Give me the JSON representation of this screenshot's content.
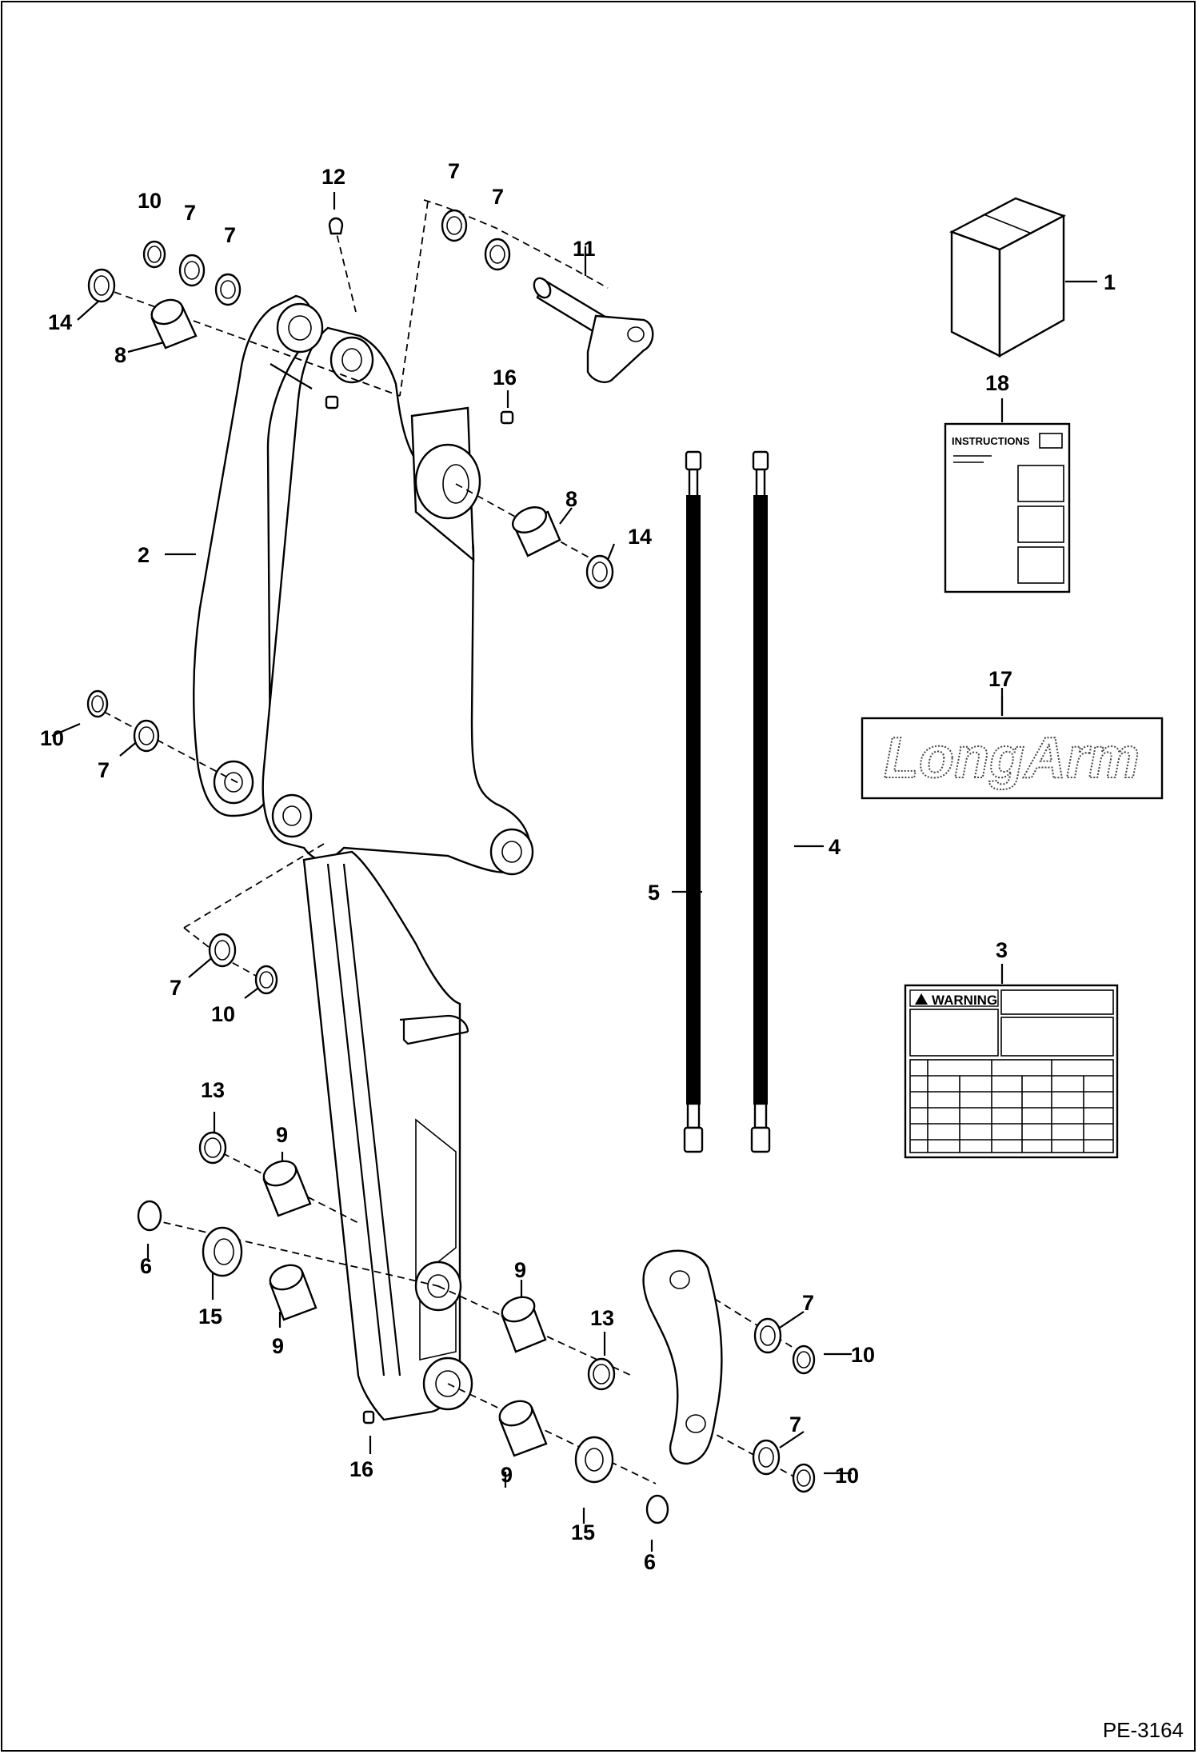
{
  "figure_id": "PE-3164",
  "callouts": {
    "c1": "1",
    "c2": "2",
    "c3": "3",
    "c4": "4",
    "c5": "5",
    "c6a": "6",
    "c6b": "6",
    "c7a": "7",
    "c7b": "7",
    "c7c": "7",
    "c7d": "7",
    "c7e": "7",
    "c7f": "7",
    "c7g": "7",
    "c7h": "7",
    "c8a": "8",
    "c8b": "8",
    "c9a": "9",
    "c9b": "9",
    "c9c": "9",
    "c9d": "9",
    "c10a": "10",
    "c10b": "10",
    "c10c": "10",
    "c10d": "10",
    "c10e": "10",
    "c11": "11",
    "c12": "12",
    "c13a": "13",
    "c13b": "13",
    "c14a": "14",
    "c14b": "14",
    "c15a": "15",
    "c15b": "15",
    "c16a": "16",
    "c16b": "16",
    "c17": "17",
    "c18": "18"
  },
  "labels": {
    "instructions": "INSTRUCTIONS",
    "warning": "WARNING",
    "decal_logo": "LongArm"
  }
}
